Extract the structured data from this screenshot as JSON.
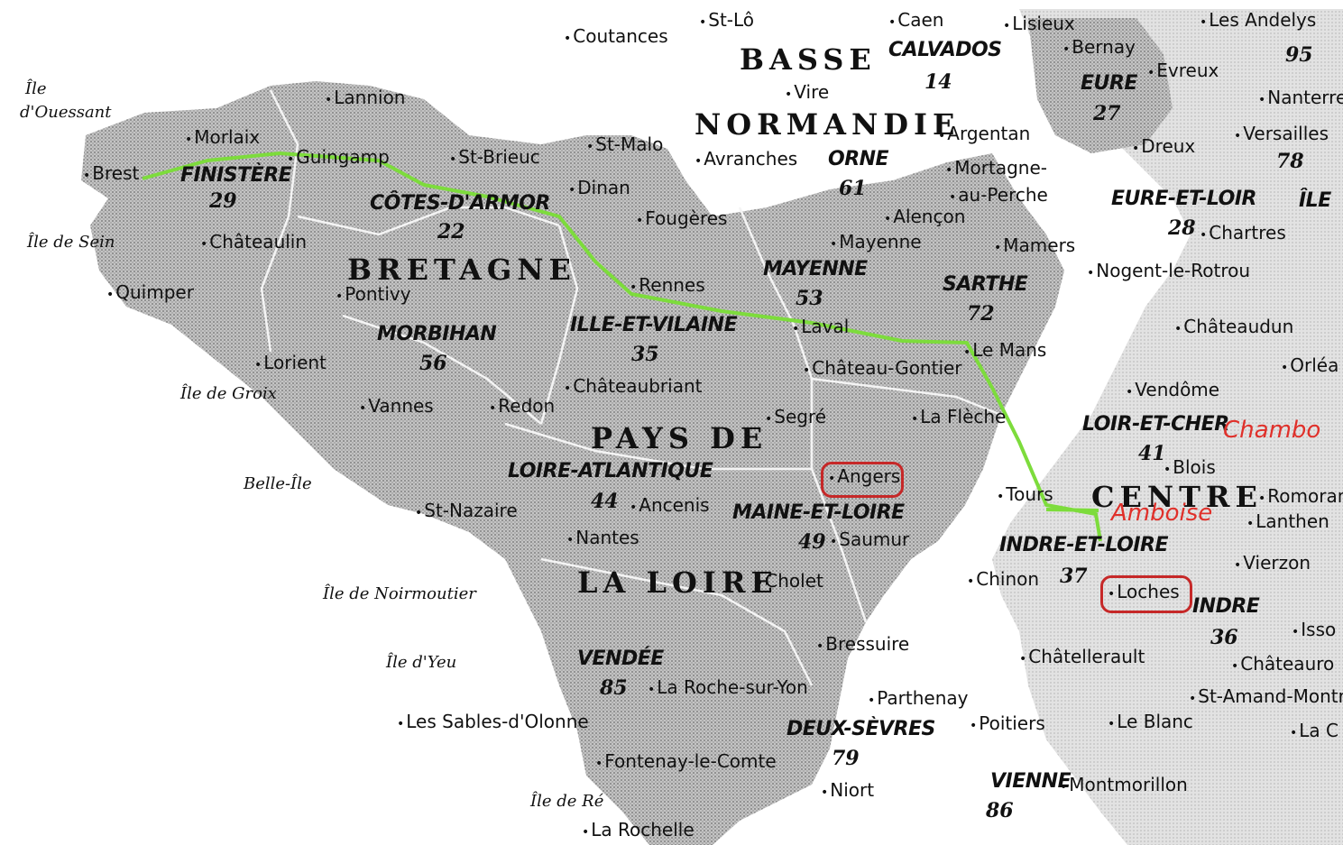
{
  "colors": {
    "land": "#b7b7b7",
    "land_dark": "#9a9a9a",
    "route": "#7ddc3c",
    "highlight": "#e0302a",
    "border": "#f2f2f2"
  },
  "regions": [
    {
      "text": "BASSE"
    },
    {
      "text": "NORMANDIE"
    },
    {
      "text": "BRETAGNE"
    },
    {
      "text": "PAYS DE"
    },
    {
      "text": "LA LOIRE"
    },
    {
      "text": "CENTRE"
    }
  ],
  "departments": [
    {
      "name": "FINISTÈRE",
      "num": "29"
    },
    {
      "name": "CÔTES-D'ARMOR",
      "num": "22"
    },
    {
      "name": "MORBIHAN",
      "num": "56"
    },
    {
      "name": "ILLE-ET-VILAINE",
      "num": "35"
    },
    {
      "name": "LOIRE-ATLANTIQUE",
      "num": "44"
    },
    {
      "name": "MAINE-ET-LOIRE",
      "num": "49"
    },
    {
      "name": "VENDÉE",
      "num": "85"
    },
    {
      "name": "DEUX-SÈVRES",
      "num": "79"
    },
    {
      "name": "VIENNE",
      "num": "86"
    },
    {
      "name": "MAYENNE",
      "num": "53"
    },
    {
      "name": "SARTHE",
      "num": "72"
    },
    {
      "name": "CALVADOS",
      "num": "14"
    },
    {
      "name": "ORNE",
      "num": "61"
    },
    {
      "name": "EURE",
      "num": "27"
    },
    {
      "name": "EURE-ET-LOIR",
      "num": "28"
    },
    {
      "name": "LOIR-ET-CHER",
      "num": "41"
    },
    {
      "name": "INDRE-ET-LOIRE",
      "num": "37"
    },
    {
      "name": "INDRE",
      "num": "36"
    },
    {
      "name": "",
      "num": "95"
    },
    {
      "name": "",
      "num": "78"
    }
  ],
  "cities": [
    "St-Lô",
    "Caen",
    "Lisieux",
    "Les Andelys",
    "Coutances",
    "Bernay",
    "Evreux",
    "Vire",
    "Nanterre",
    "Versailles",
    "Argentan",
    "Avranches",
    "Dreux",
    "Mortagne-",
    "au-Perche",
    "Alençon",
    "Mamers",
    "Chartres",
    "Nogent-le-Rotrou",
    "Lannion",
    "Morlaix",
    "Guingamp",
    "St-Brieuc",
    "St-Malo",
    "Dinan",
    "Brest",
    "Châteaulin",
    "Fougères",
    "Quimper",
    "Pontivy",
    "Rennes",
    "Mayenne",
    "Laval",
    "Le Mans",
    "Lorient",
    "Châteaudun",
    "Château-Gontier",
    "Vannes",
    "Redon",
    "Châteaubriant",
    "Vendôme",
    "Segré",
    "La Flèche",
    "Blois",
    "Angers",
    "Tours",
    "St-Nazaire",
    "Ancenis",
    "Nantes",
    "Saumur",
    "Chinon",
    "Cholet",
    "Loches",
    "Vierzon",
    "Bressuire",
    "Châtellerault",
    "Châteauro",
    "La Roche-sur-Yon",
    "Parthenay",
    "Les Sables-d'Olonne",
    "Poitiers",
    "Le Blanc",
    "St-Amand-Montr",
    "Fontenay-le-Comte",
    "Niort",
    "Montmorillon",
    "La Rochelle",
    "Orléa",
    "Romoran",
    "Lanthen",
    "Isso",
    "La C",
    "ÎLE"
  ],
  "islands": [
    "Île",
    "d'Ouessant",
    "Île de Sein",
    "Île de Groix",
    "Belle-Île",
    "Île de Noirmoutier",
    "Île d'Yeu",
    "Île de Ré"
  ],
  "highlights": {
    "chambord": "Chambo",
    "amboise": "Amboise"
  }
}
